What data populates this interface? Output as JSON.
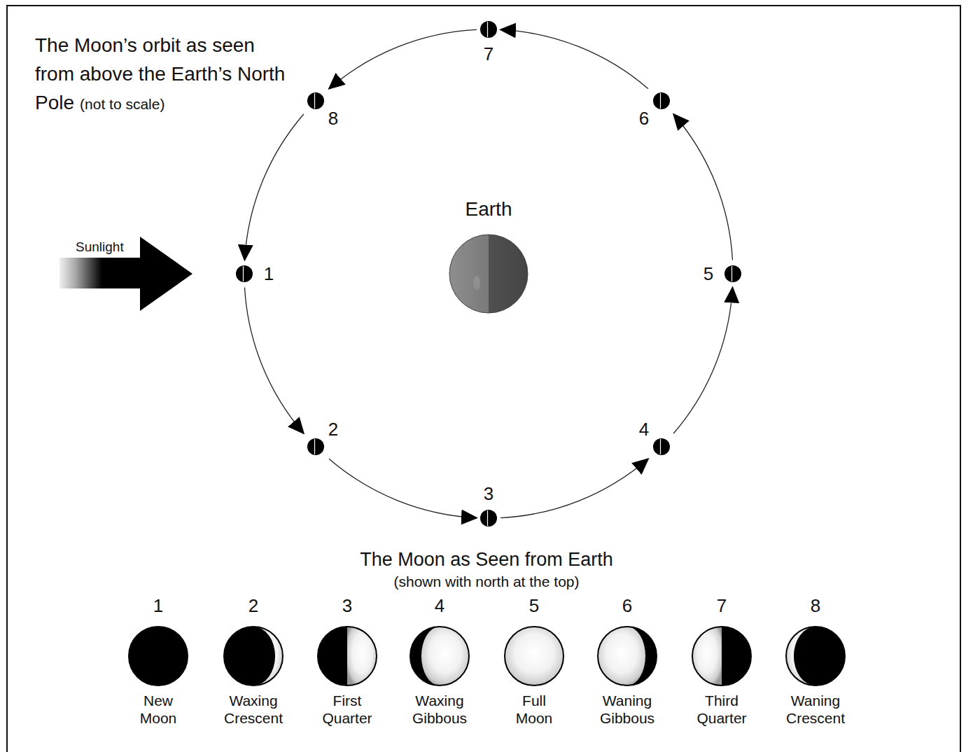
{
  "diagram": {
    "title": "The Moon’s orbit as seen from above the Earth’s North Pole",
    "nodes": [
      {
        "text": [
          "1"
        ]
      },
      {
        "text": [
          "2"
        ]
      },
      {
        "text": [
          "3"
        ]
      },
      {
        "text": [
          "4"
        ]
      },
      {
        "text": [
          "5"
        ]
      },
      {
        "text": [
          "6"
        ]
      },
      {
        "text": [
          "7"
        ]
      },
      {
        "text": [
          "8"
        ]
      },
      {
        "text": [
          "Earth"
        ]
      },
      {
        "text": [
          "1",
          "New Moon"
        ]
      },
      {
        "text": [
          "2",
          "Waxing Crescent"
        ]
      },
      {
        "text": [
          "3",
          "First Quarter"
        ]
      },
      {
        "text": [
          "4",
          "Waxing Gibbous"
        ]
      },
      {
        "text": [
          "5",
          "Full Moon"
        ]
      },
      {
        "text": [
          "6",
          "Waning Gibbous"
        ]
      },
      {
        "text": [
          "7",
          "Third Quarter"
        ]
      },
      {
        "text": [
          "8",
          "Waning Crescent"
        ]
      }
    ],
    "edges": [
      {
        "from": 0,
        "to": 1,
        "arrow": "to"
      },
      {
        "from": 1,
        "to": 2,
        "arrow": "to"
      },
      {
        "from": 2,
        "to": 3,
        "arrow": "to"
      },
      {
        "from": 3,
        "to": 4,
        "arrow": "to"
      },
      {
        "from": 4,
        "to": 5,
        "arrow": "to"
      },
      {
        "from": 5,
        "to": 6,
        "arrow": "to"
      },
      {
        "from": 6,
        "to": 7,
        "arrow": "to"
      },
      {
        "from": 7,
        "to": 0,
        "arrow": "to"
      }
    ],
    "labels": [
      "(not to scale)",
      "Sunlight",
      "The Moon as Seen from Earth",
      "(shown with north at the top)"
    ]
  }
}
